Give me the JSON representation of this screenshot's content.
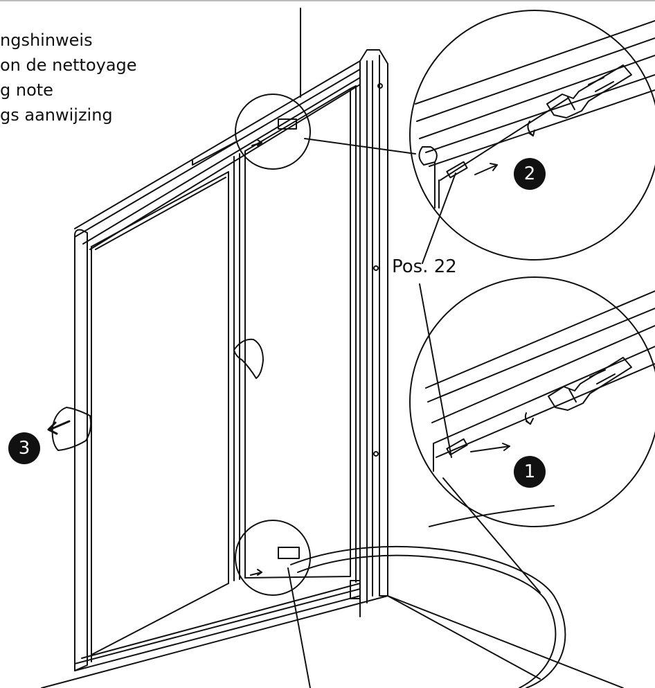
{
  "headings": [
    "ngshinweis",
    "on de nettoyage",
    "g note",
    "gs aanwijzing"
  ],
  "part_label": "Pos. 22",
  "steps": [
    "1",
    "2",
    "3"
  ],
  "colors": {
    "ink": "#111111",
    "paper": "#ffffff"
  },
  "icons": [
    "arrow-icon",
    "screwdriver-icon",
    "hand-icon",
    "circle-badge-icon"
  ]
}
